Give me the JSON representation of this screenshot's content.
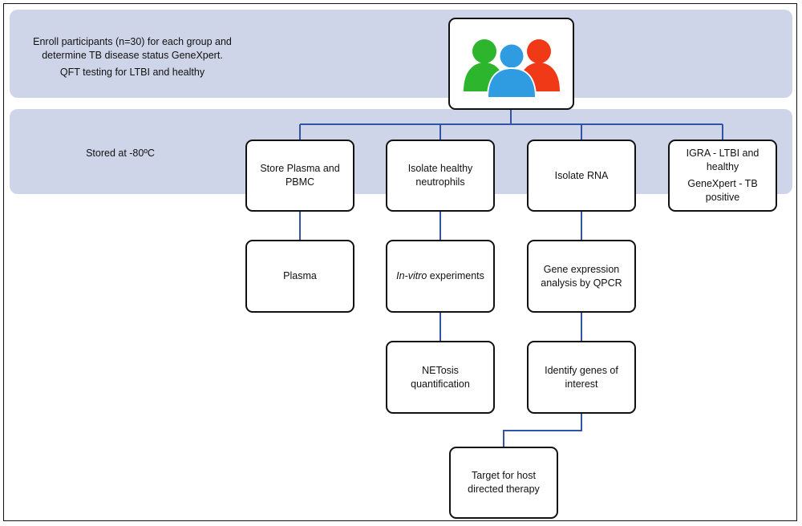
{
  "bands": {
    "top": {
      "line1": "Enroll participants (n=30) for each group and",
      "line2": "determine TB disease status GeneXpert.",
      "line3": "QFT testing for LTBI and healthy"
    },
    "middle": {
      "text": "Stored at -80ºC"
    }
  },
  "icon": {
    "name": "people-group-icon",
    "colors": [
      "#2db52d",
      "#2f9be0",
      "#f03a17"
    ]
  },
  "boxes": {
    "store_plasma": {
      "line1": "Store Plasma and",
      "line2": "PBMC"
    },
    "isolate_neutrophils": {
      "line1": "Isolate healthy",
      "line2": "neutrophils"
    },
    "isolate_rna": {
      "text": "Isolate RNA"
    },
    "igra": {
      "line1": "IGRA - LTBI and",
      "line2": "healthy",
      "line3": "GeneXpert - TB",
      "line4": "positive"
    },
    "plasma": {
      "text": "Plasma"
    },
    "in_vitro": {
      "italic": "In-vitro",
      "rest": " experiments"
    },
    "gene_expression": {
      "line1": "Gene expression",
      "line2": "analysis by QPCR"
    },
    "netosis": {
      "text": "NETosis quantification"
    },
    "identify_genes": {
      "line1": "Identify genes of",
      "line2": "interest"
    },
    "target": {
      "line1": "Target for host",
      "line2": "directed therapy"
    }
  },
  "colors": {
    "band": "#cfd5e8",
    "connector": "#2f55a4",
    "border": "#111111"
  }
}
